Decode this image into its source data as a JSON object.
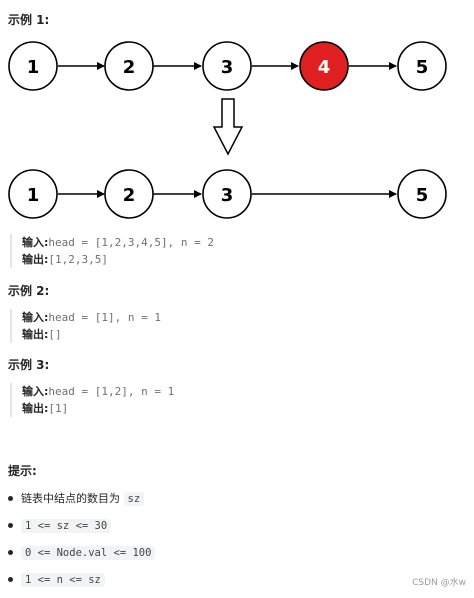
{
  "examples": [
    {
      "heading": "示例 1:",
      "input_label": "输入:",
      "input_value": "head = [1,2,3,4,5], n = 2",
      "output_label": "输出:",
      "output_value": "[1,2,3,5]"
    },
    {
      "heading": "示例 2:",
      "input_label": "输入:",
      "input_value": "head = [1], n = 1",
      "output_label": "输出:",
      "output_value": "[]"
    },
    {
      "heading": "示例 3:",
      "input_label": "输入:",
      "input_value": "head = [1,2], n = 1",
      "output_label": "输出:",
      "output_value": "[1]"
    }
  ],
  "diagram": {
    "list_before": [
      "1",
      "2",
      "3",
      "4",
      "5"
    ],
    "list_after": [
      "1",
      "2",
      "3",
      "5"
    ],
    "highlighted_node": "4",
    "highlight_color": "#e02020"
  },
  "hints": {
    "heading": "提示:",
    "items": [
      {
        "text": "链表中结点的数目为 ",
        "code": "sz"
      },
      {
        "text": "",
        "code": "1 <= sz <= 30"
      },
      {
        "text": "",
        "code": "0 <= Node.val <= 100"
      },
      {
        "text": "",
        "code": "1 <= n <= sz"
      }
    ]
  },
  "watermark": "CSDN @水w"
}
